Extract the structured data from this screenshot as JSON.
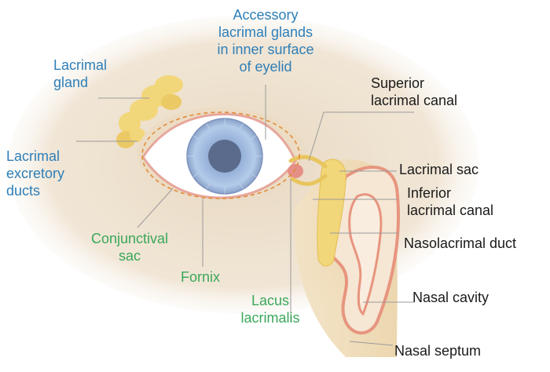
{
  "colors": {
    "skin": "#efe3d1",
    "gland": "#f3d87e",
    "gland_shadow": "#e5c25a",
    "iris": "#a9c2e4",
    "pupil": "#5f6f8f",
    "pink": "#e99a8e",
    "label_blue": "#2e7fb8",
    "label_green": "#3aa85a",
    "dashed": "#e08d3a",
    "leader": "#9a9a9a"
  },
  "labels": {
    "accessory_glands": "Accessory\nlacrimal glands\nin inner surface\nof eyelid",
    "lacrimal_gland": "Lacrimal\ngland",
    "excretory_ducts": "Lacrimal\nexcretory\nducts",
    "conjunctival_sac": "Conjunctival\nsac",
    "fornix": "Fornix",
    "lacus_lacrimalis": "Lacus\nlacrimalis",
    "superior_canal": "Superior\nlacrimal canal",
    "lacrimal_sac": "Lacrimal sac",
    "inferior_canal": "Inferior\nlacrimal canal",
    "nasolacrimal_duct": "Nasolacrimal duct",
    "nasal_cavity": "Nasal cavity",
    "nasal_septum": "Nasal septum"
  }
}
